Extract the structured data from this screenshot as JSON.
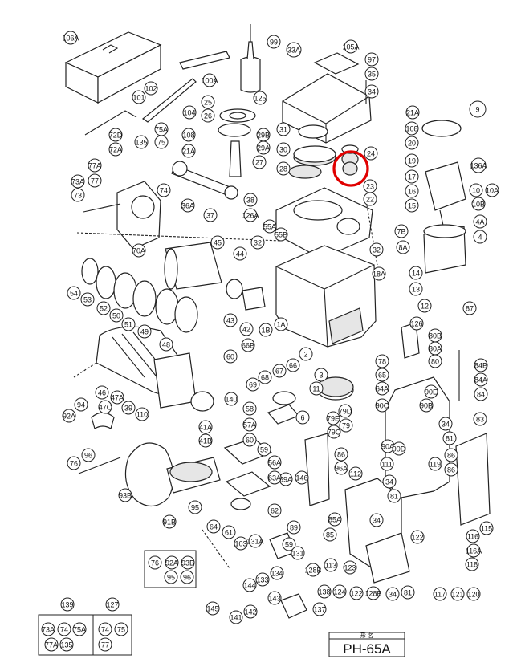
{
  "model": {
    "caption": "形  名",
    "name": "PH-65A"
  },
  "highlight_color": "#e00000",
  "callouts": {
    "c106a": "106A",
    "c99": "99",
    "c105a": "105A",
    "c97": "97",
    "c33a": "33A",
    "c100a": "100A",
    "c35": "35",
    "c34a": "34",
    "c102": "102",
    "c101": "101",
    "c104": "104",
    "c125": "125",
    "c25": "25",
    "c26": "26",
    "c9": "9",
    "c21a": "21A",
    "c108a": "108",
    "c72d": "72D",
    "c72a": "72A",
    "c135a": "135",
    "c75a": "75A",
    "c75": "75",
    "c31": "31",
    "c29b": "29B",
    "c29a": "29A",
    "c108b": "108",
    "c21b": "21A",
    "c20": "20",
    "c30": "30",
    "c24": "24",
    "c19": "19",
    "c136a": "136A",
    "c77a": "77A",
    "c28": "28",
    "c27": "27",
    "c17": "17",
    "c73a": "73A",
    "c77b": "77",
    "c74": "74",
    "c23": "23",
    "c10": "10",
    "c10a": "10A",
    "c73": "73",
    "c16": "16",
    "c10b": "10B",
    "c36a": "36A",
    "c38": "38",
    "c22": "22",
    "c15": "15",
    "c37": "37",
    "c126a": "126A",
    "c4a": "4A",
    "c55a": "55A",
    "c7b": "7B",
    "c55b": "55B",
    "c4": "4",
    "c70a": "70A",
    "c45": "45",
    "c32a": "32",
    "c8a": "8A",
    "c32b": "32",
    "c54": "54",
    "c44": "44",
    "c14": "14",
    "c18a": "18A",
    "c13": "13",
    "c53": "53",
    "c52": "52",
    "c12": "12",
    "c87": "87",
    "c50": "50",
    "c51": "51",
    "c49": "49",
    "c43": "43",
    "c42": "42",
    "c1a": "1A",
    "c1b": "1B",
    "c48": "48",
    "c126b": "126",
    "c80b": "80B",
    "c66b": "66B",
    "c80a": "80A",
    "c60a": "60",
    "c78": "78",
    "c80": "80",
    "c84b": "84B",
    "c2": "2",
    "c84a": "84A",
    "c69": "69",
    "c68": "68",
    "c67": "67",
    "c66": "66",
    "c3": "3",
    "c65": "65",
    "c84": "84",
    "c46": "46",
    "c47a": "47A",
    "c39": "39",
    "c140": "140",
    "c11": "11",
    "c64a": "64A",
    "c90e": "90E",
    "c94": "94",
    "c47c": "47C",
    "c110": "110",
    "c58": "58",
    "c90b": "90B",
    "c90c": "90C",
    "c79d": "79D",
    "c6": "6",
    "c92a": "92A",
    "c57a": "57A",
    "c79e": "79E",
    "c79": "79",
    "c83": "83",
    "c41a": "41A",
    "c79c": "79C",
    "c34b": "34",
    "c41b": "41B",
    "c60b": "60",
    "c90a": "90A",
    "c90d": "90D",
    "c81a": "81",
    "c86a": "86",
    "c59": "59",
    "c86b": "86",
    "c96a": "96A",
    "c119": "119",
    "c76": "76",
    "c96": "96",
    "c146": "146",
    "c111": "111",
    "c86c": "86",
    "c56a": "56A",
    "c59a": "59A",
    "c63a": "63A",
    "c112": "112",
    "c34c": "34",
    "c85": "85",
    "c81b": "81",
    "c93b": "93B",
    "c62": "62",
    "c95": "95",
    "c89": "89",
    "c85a": "85A",
    "c34d": "34",
    "c91b": "91B",
    "c64": "64",
    "c61": "61",
    "c116": "116",
    "c115": "115",
    "c122": "122",
    "c103": "103",
    "c59b": "59",
    "c131": "131",
    "c131a": "131A",
    "c116a": "116A",
    "c113": "113",
    "c123": "123",
    "c118": "118",
    "c134": "134",
    "c133": "133",
    "c128b": "128B",
    "c144": "144",
    "c124": "124",
    "c122b": "122",
    "c128b2": "128B",
    "c34e": "34",
    "c81c": "81",
    "c117": "117",
    "c121": "121",
    "c120": "120",
    "c138": "138",
    "c139": "139",
    "c127": "127",
    "c143": "143",
    "c145": "145",
    "c142": "142",
    "c141": "141",
    "c137": "137",
    "k76": "76",
    "k92a": "92A",
    "k93b": "93B",
    "k95": "95",
    "k96": "96",
    "k73a": "73A",
    "k74a": "74",
    "k75a": "75A",
    "k77a": "77A",
    "k135": "135",
    "k74b": "74",
    "k75b": "75",
    "k77b": "77"
  }
}
